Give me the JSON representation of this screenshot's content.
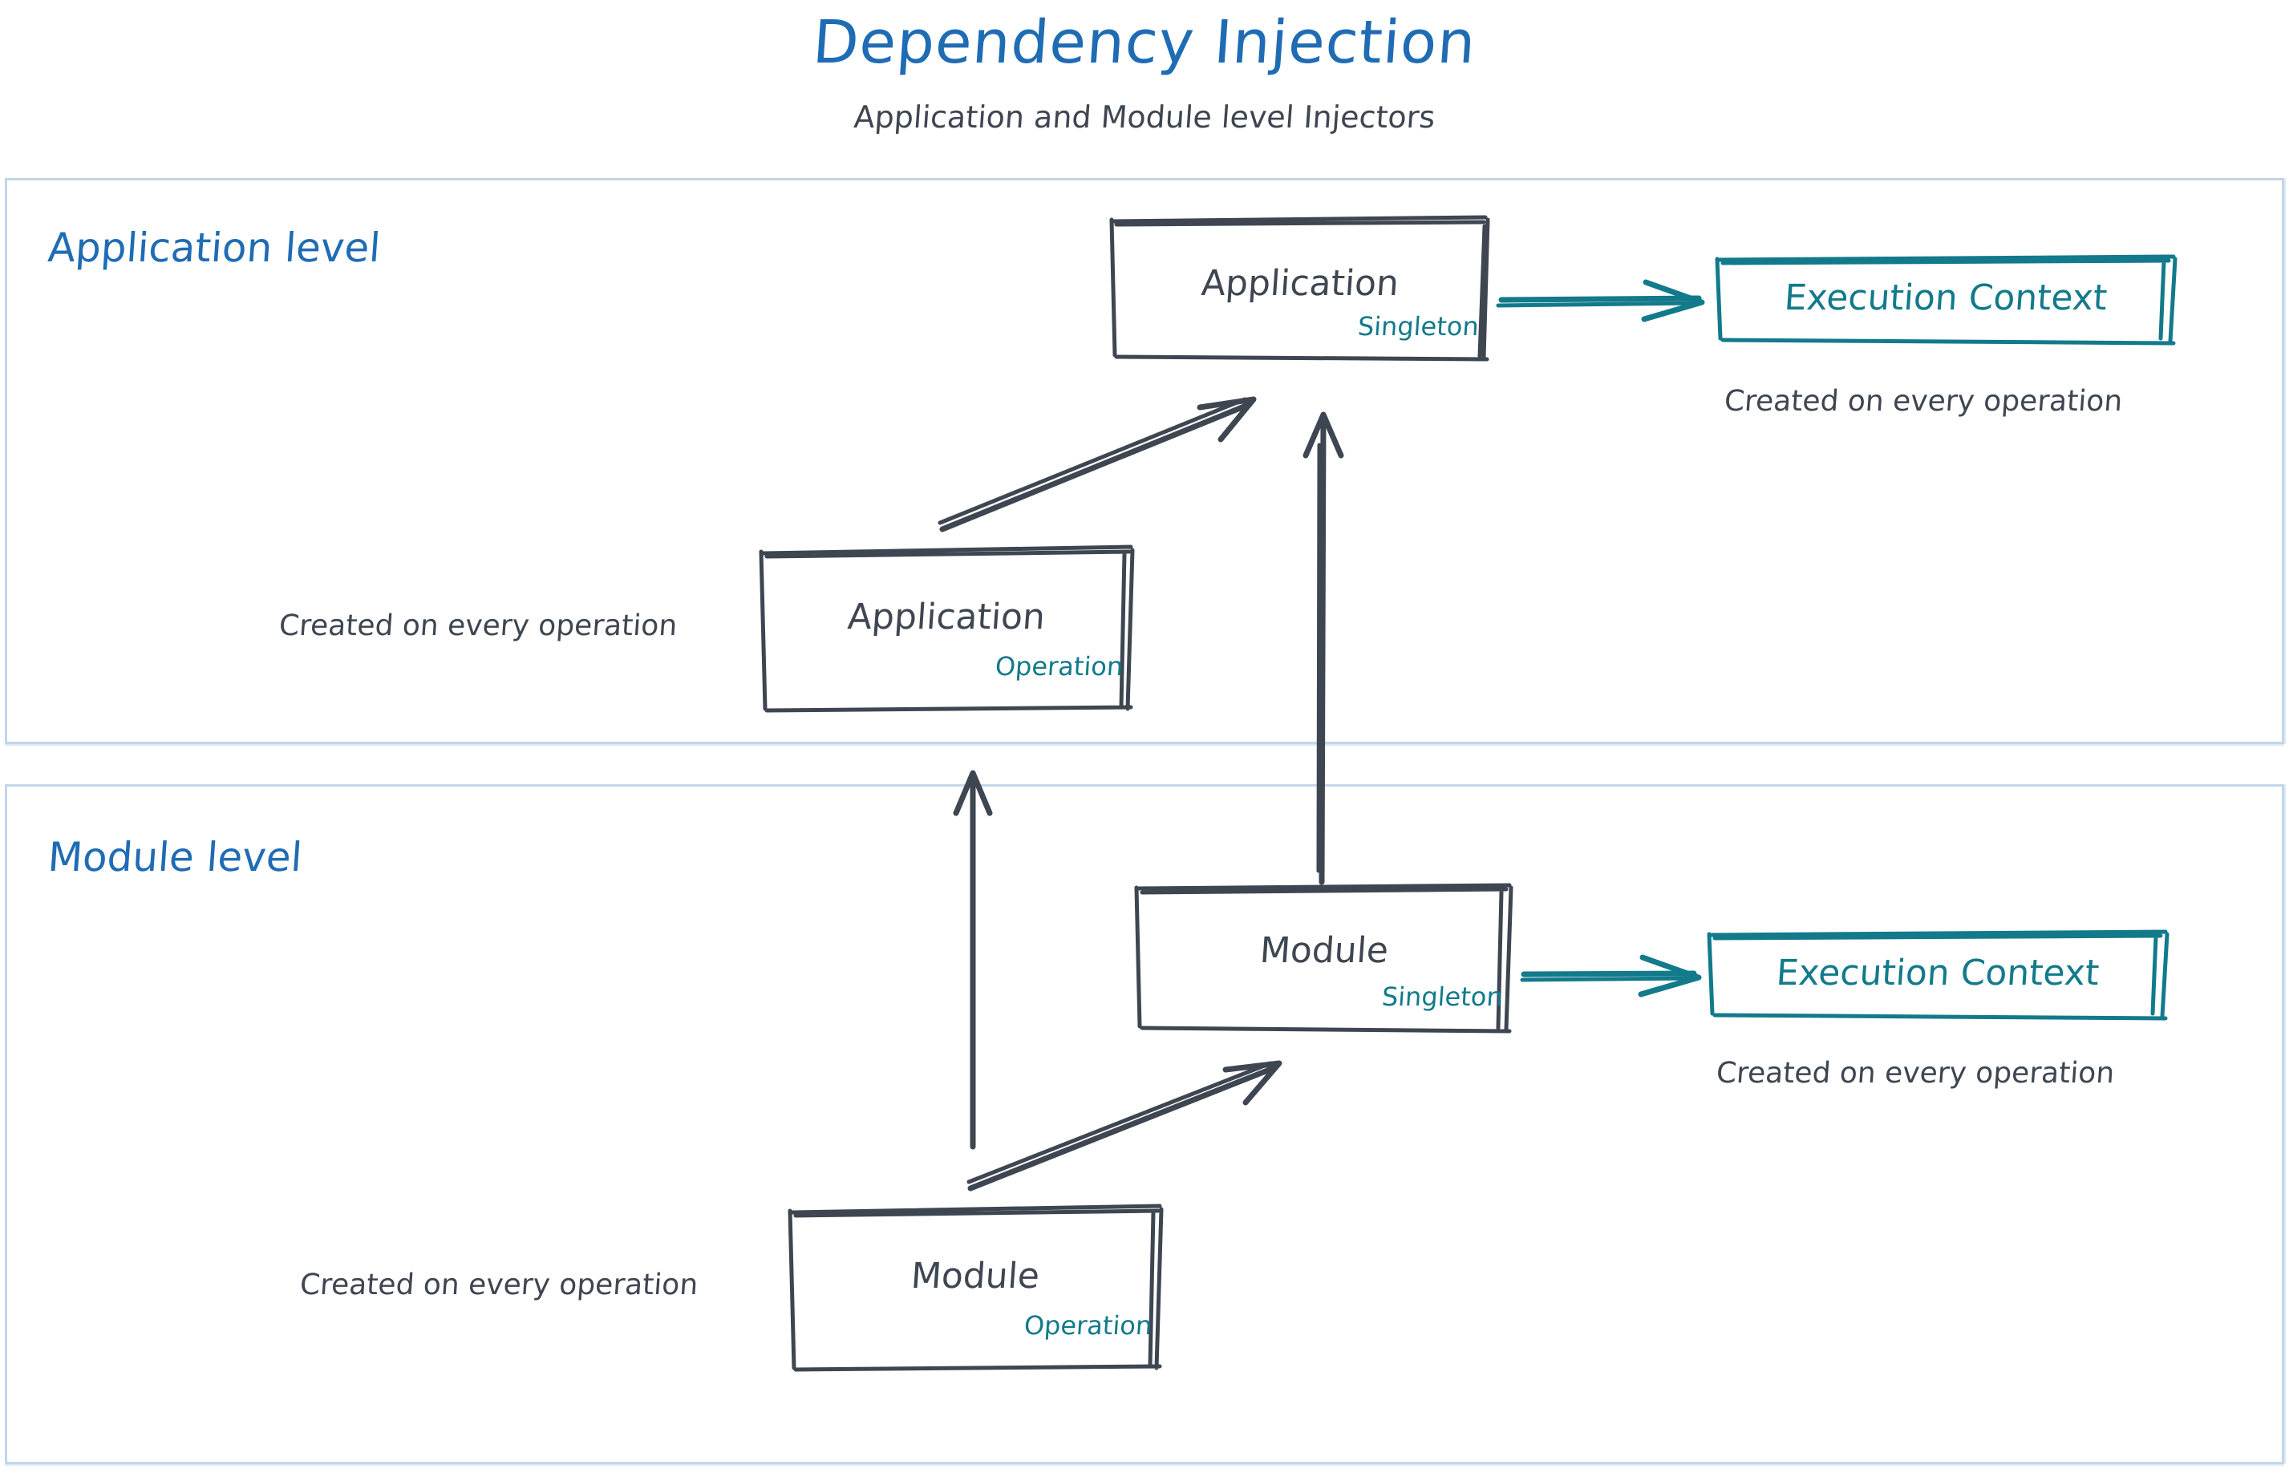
{
  "header": {
    "title": "Dependency Injection",
    "subtitle": "Application and Module level Injectors"
  },
  "colors": {
    "title_blue": "#1f6cb4",
    "section_border": "#c3d6ea",
    "sketch_dark": "#3e4651",
    "teal": "#127a8a"
  },
  "sections": [
    {
      "id": "application",
      "label": "Application level",
      "boxes": [
        {
          "id": "app-singleton",
          "title": "Application",
          "tag": "Singleton",
          "style": "dark"
        },
        {
          "id": "app-operation",
          "title": "Application",
          "tag": "Operation",
          "style": "dark"
        },
        {
          "id": "exec-app",
          "title": "Execution Context",
          "tag": "",
          "style": "teal"
        }
      ],
      "notes": [
        {
          "id": "exec-app-note",
          "text": "Created on every operation"
        },
        {
          "id": "app-op-note",
          "text": "Created on every operation"
        }
      ]
    },
    {
      "id": "module",
      "label": "Module level",
      "boxes": [
        {
          "id": "mod-singleton",
          "title": "Module",
          "tag": "Singleton",
          "style": "dark"
        },
        {
          "id": "mod-operation",
          "title": "Module",
          "tag": "Operation",
          "style": "dark"
        },
        {
          "id": "exec-mod",
          "title": "Execution Context",
          "tag": "",
          "style": "teal"
        }
      ],
      "notes": [
        {
          "id": "exec-mod-note",
          "text": "Created on every operation"
        },
        {
          "id": "mod-op-note",
          "text": "Created on every operation"
        }
      ]
    }
  ],
  "arrows": [
    {
      "id": "app-singleton-to-exec",
      "from": "app-singleton",
      "to": "exec-app",
      "color": "#127a8a",
      "direction": "right"
    },
    {
      "id": "app-operation-to-app-singleton",
      "from": "app-operation",
      "to": "app-singleton",
      "color": "#3e4651",
      "direction": "up-right"
    },
    {
      "id": "mod-singleton-to-app-singleton",
      "from": "mod-singleton",
      "to": "app-singleton",
      "color": "#3e4651",
      "direction": "up"
    },
    {
      "id": "mod-singleton-to-exec",
      "from": "mod-singleton",
      "to": "exec-mod",
      "color": "#127a8a",
      "direction": "right"
    },
    {
      "id": "mod-operation-to-mod-singleton",
      "from": "mod-operation",
      "to": "mod-singleton",
      "color": "#3e4651",
      "direction": "up-right"
    },
    {
      "id": "mod-operation-to-app-operation",
      "from": "mod-operation",
      "to": "app-operation",
      "color": "#3e4651",
      "direction": "up"
    }
  ]
}
